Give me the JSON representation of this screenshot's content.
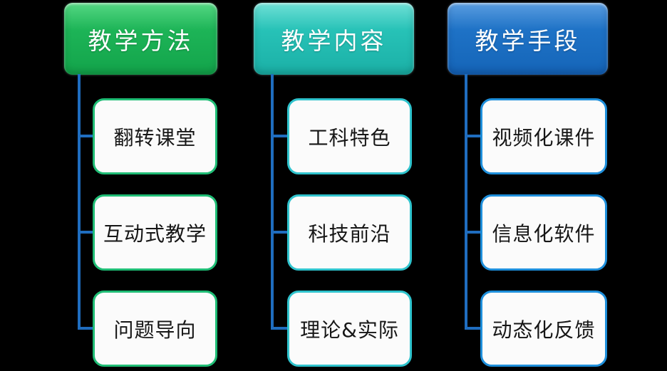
{
  "diagram": {
    "background_color": "#000000",
    "connector_color": "#1f6dbf",
    "columns": [
      {
        "header": {
          "label": "教学方法",
          "color": "#1db457"
        },
        "item_border_color": "#1fbd75",
        "items": [
          {
            "label": "翻转课堂"
          },
          {
            "label": "互动式教学"
          },
          {
            "label": "问题导向"
          }
        ]
      },
      {
        "header": {
          "label": "教学内容",
          "color": "#27c2b7"
        },
        "item_border_color": "#2fc3cd",
        "items": [
          {
            "label": "工科特色"
          },
          {
            "label": "科技前沿"
          },
          {
            "label": "理论&实际"
          }
        ]
      },
      {
        "header": {
          "label": "教学手段",
          "color": "#1e72c6"
        },
        "item_border_color": "#1e8fdb",
        "items": [
          {
            "label": "视频化课件"
          },
          {
            "label": "信息化软件"
          },
          {
            "label": "动态化反馈"
          }
        ]
      }
    ]
  }
}
